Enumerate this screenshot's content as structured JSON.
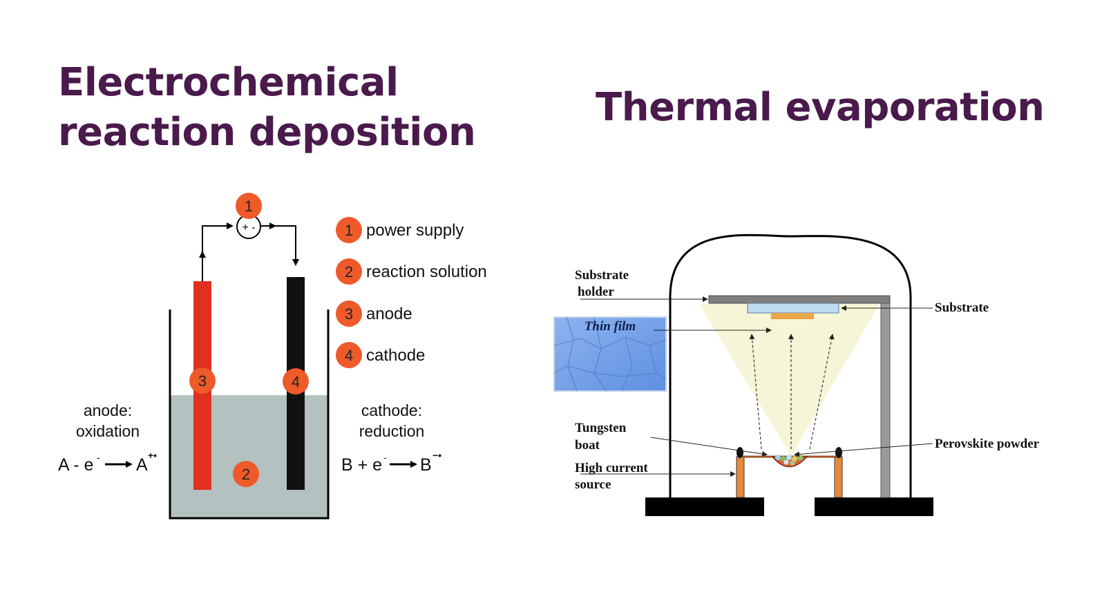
{
  "electrochemical": {
    "title_line1": "Electrochemical",
    "title_line2": "reaction deposition",
    "markers": {
      "power": "1",
      "solution": "2",
      "anode": "3",
      "cathode": "4"
    },
    "supply_sign": "+ -",
    "legend": [
      {
        "num": "1",
        "label": "power supply"
      },
      {
        "num": "2",
        "label": "reaction solution"
      },
      {
        "num": "3",
        "label": "anode"
      },
      {
        "num": "4",
        "label": "cathode"
      }
    ],
    "anode_caption": [
      "anode:",
      "oxidation"
    ],
    "cathode_caption": [
      "cathode:",
      "reduction"
    ],
    "anode_eq": {
      "left": "A - e",
      "sup_left": "-",
      "right": "A",
      "sup_right": "+•"
    },
    "cathode_eq": {
      "left": "B + e",
      "sup_left": "-",
      "right": "B",
      "sup_right": "−•"
    },
    "colors": {
      "marker": "#ee5a2a",
      "anode": "#e03020",
      "cathode": "#111111",
      "solution": "#b3c1c0"
    }
  },
  "thermal": {
    "title": "Thermal evaporation",
    "labels": {
      "substrate_holder": [
        "Substrate",
        "holder"
      ],
      "substrate": "Substrate",
      "thin_film": "Thin film",
      "tungsten_boat": [
        "Tungsten",
        "boat"
      ],
      "high_current_source": [
        "High current",
        "source"
      ],
      "perovskite_powder": "Perovskite powder"
    },
    "colors": {
      "vapor_cone": "#f7f5d8",
      "substrate": "#bcdcf2",
      "film": "#e8a54a",
      "holder": "#7f7f7f",
      "electrode": "#e88a3a",
      "film_image": "#7aa3e8"
    }
  }
}
